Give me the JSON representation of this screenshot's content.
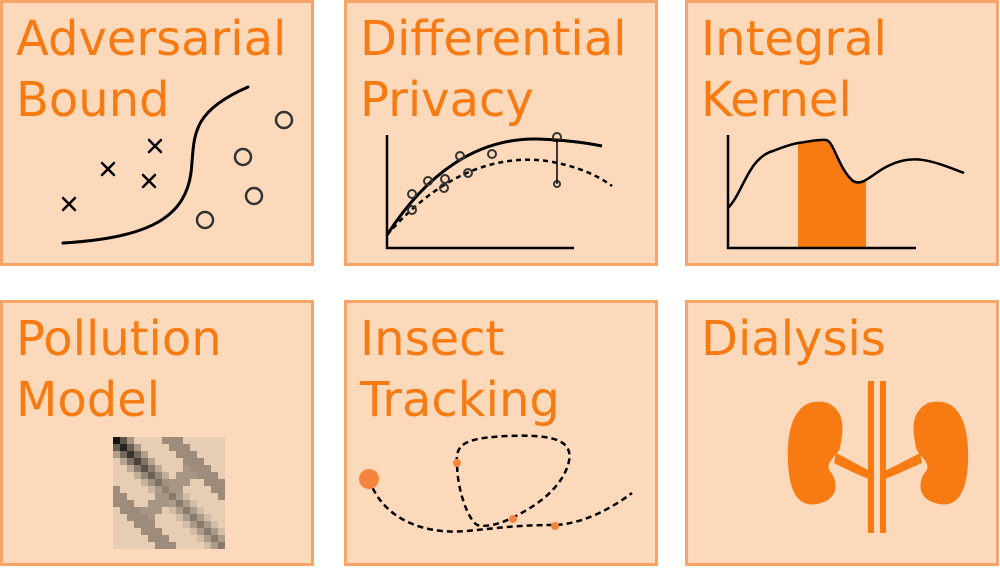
{
  "tiles": [
    {
      "title": [
        "Adversarial",
        "Bound"
      ]
    },
    {
      "title": [
        "Differential",
        "Privacy"
      ]
    },
    {
      "title": [
        "Integral",
        "Kernel"
      ]
    },
    {
      "title": [
        "Pollution",
        "Model"
      ]
    },
    {
      "title": [
        "Insect",
        "Tracking"
      ]
    },
    {
      "title": [
        "Dialysis"
      ]
    }
  ],
  "colors": {
    "tile_bg": "#fdd9bb",
    "tile_border": "#f6a468",
    "accent": "#f77b12",
    "ink": "#000000",
    "marker": "#333333",
    "matrix_base": "#e6cdb4"
  },
  "icons": [
    "scatter-boundary-icon",
    "regression-curves-icon",
    "shaded-integral-icon",
    "heatmap-matrix-icon",
    "trajectory-icon",
    "kidneys-icon"
  ]
}
